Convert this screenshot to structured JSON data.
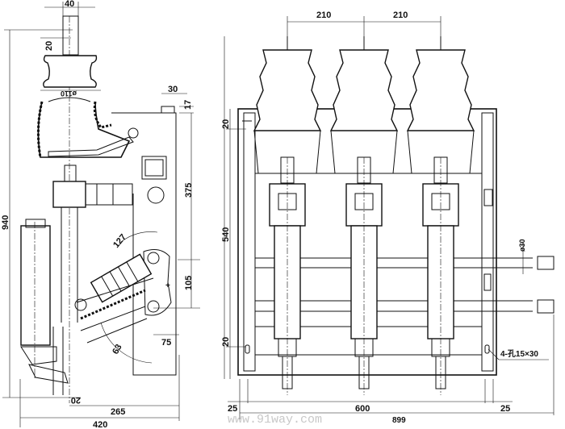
{
  "side_view": {
    "dims": {
      "top_width": "40",
      "terminal_height": "20",
      "total_height": "940",
      "insulator_dia": "ø110",
      "bolt_width": "30",
      "bolt_offset": "17",
      "upper_height": "375",
      "angle_open": "127",
      "pivot_spacing": "105",
      "pivot_offset": "75",
      "angle_close": "63",
      "base_offset": "20",
      "frame_depth": "265",
      "overall_depth": "420"
    }
  },
  "front_view": {
    "dims": {
      "phase_spacing_1": "210",
      "phase_spacing_2": "210",
      "top_offset": "20",
      "mount_height": "540",
      "bottom_offset": "20",
      "shaft_dia": "ø30",
      "mounting_holes": "4-孔15×30",
      "left_margin": "25",
      "mount_width": "600",
      "right_margin": "25",
      "overall_width": "899"
    }
  },
  "watermark": "www.91way.com"
}
